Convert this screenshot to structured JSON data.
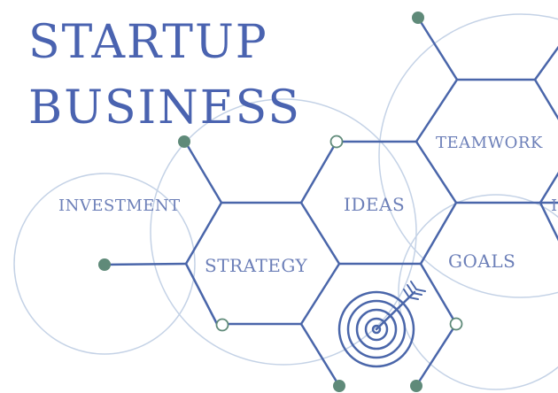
{
  "title": {
    "line1": "STARTUP",
    "line2": "BUSINESS"
  },
  "labels": {
    "teamwork": "TEAMWORK",
    "ideas": "IDEAS",
    "investment": "INVESTMENT",
    "strategy": "STRATEGY",
    "goals": "GOALS",
    "partial": "I"
  },
  "colors": {
    "title": "#4a63b0",
    "line": "#4a66aa",
    "label": "#6c7fb8",
    "circle": "#c4d2e6",
    "dot": "#5f8a79",
    "background": "#ffffff"
  },
  "icons": {
    "target": "target-with-arrow-icon"
  }
}
